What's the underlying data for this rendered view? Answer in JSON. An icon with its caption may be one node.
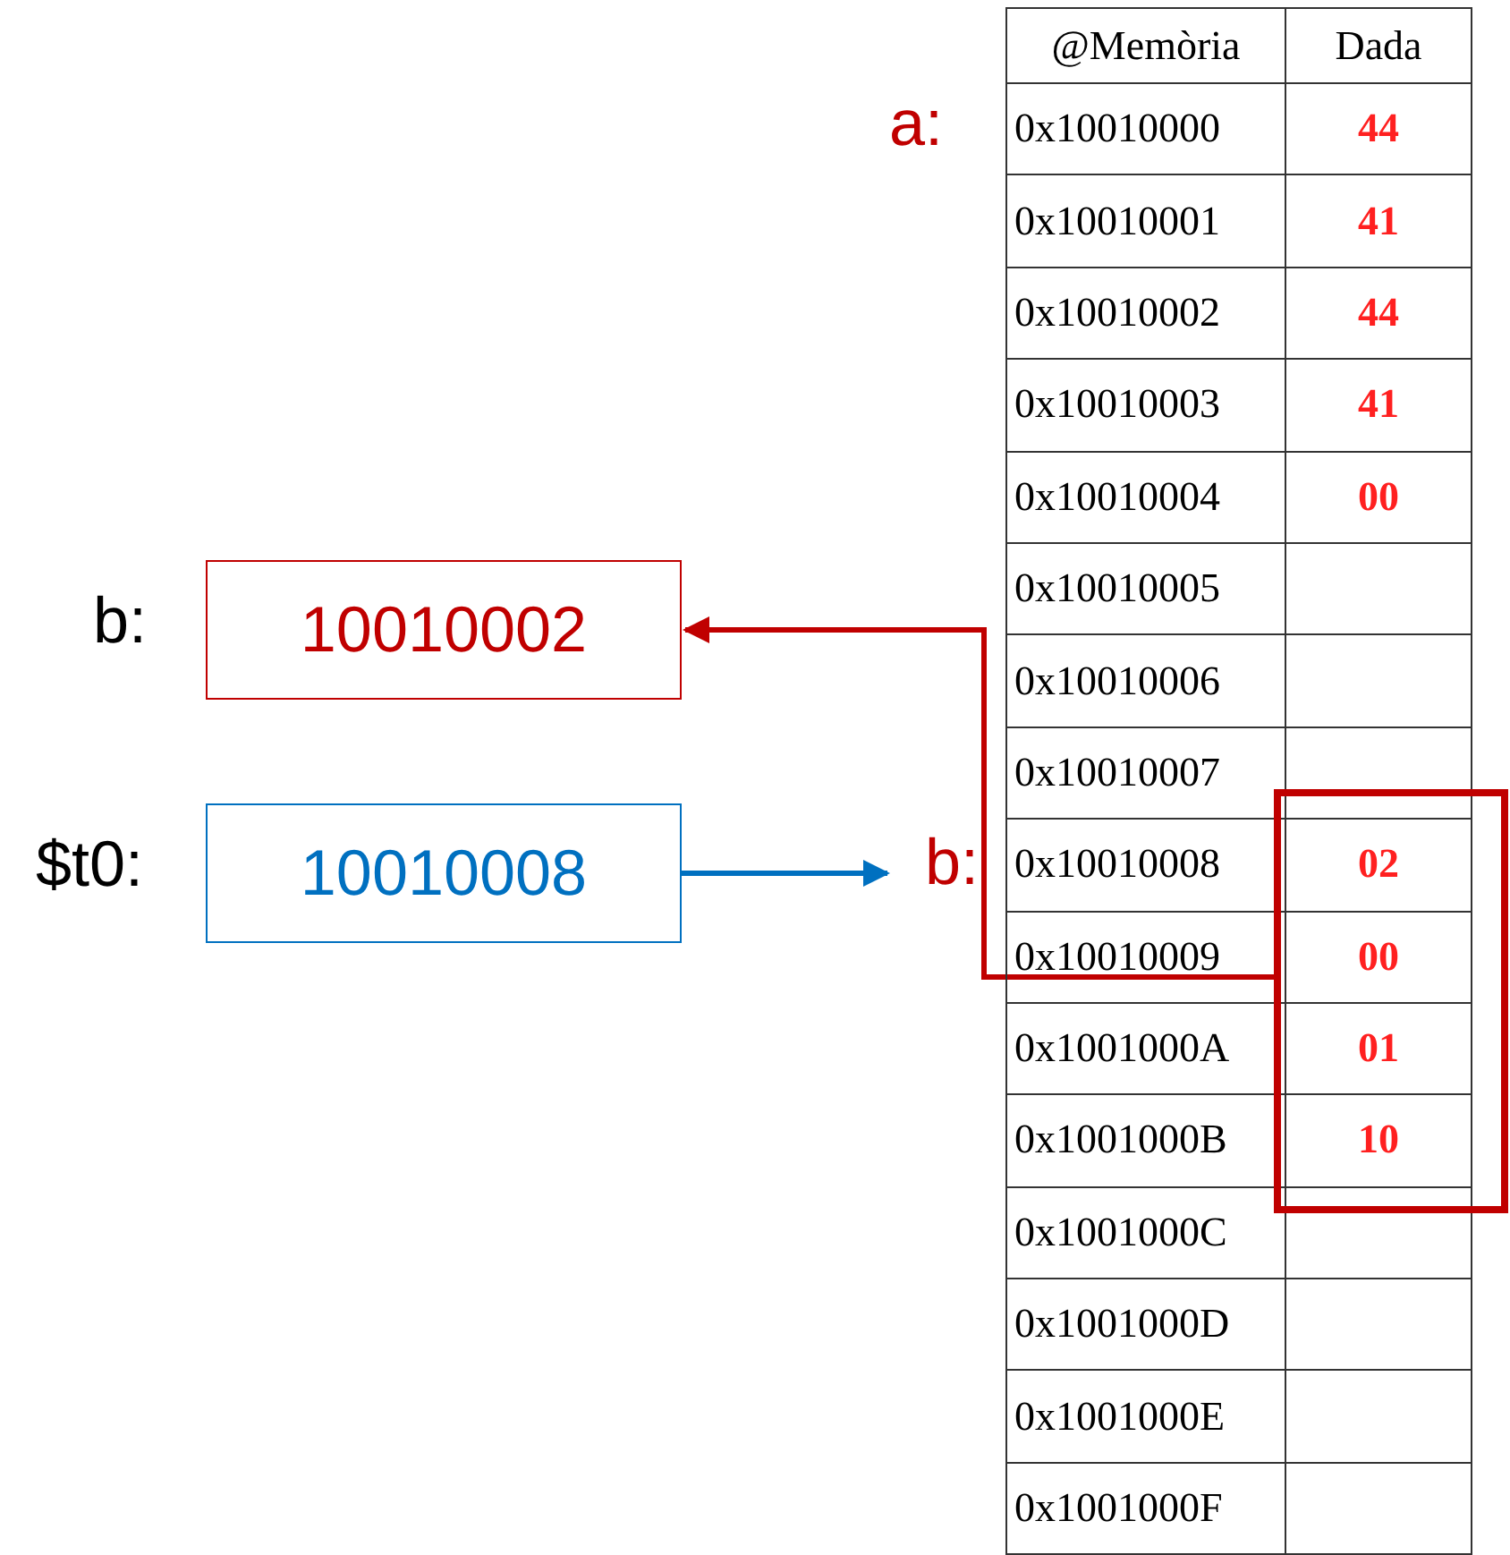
{
  "diagram": {
    "nodes": [
      {
        "text": [
          "10010002"
        ],
        "beside": [
          "b:"
        ]
      },
      {
        "text": [
          "10010008"
        ],
        "beside": [
          "$t0:"
        ]
      },
      {
        "text": [
          "b:"
        ]
      },
      {
        "text": [],
        "shape": "box"
      }
    ],
    "edges": [
      {
        "from": 3,
        "to": 0,
        "arrow": "to",
        "color": "#c00000"
      },
      {
        "from": 1,
        "to": 2,
        "arrow": "to",
        "color": "#0070c0"
      }
    ],
    "labels": [
      "a:",
      "@Memòria",
      "Dada",
      "0x10010000",
      "44",
      "0x10010001",
      "41",
      "0x10010002",
      "44",
      "0x10010003",
      "41",
      "0x10010004",
      "00",
      "0x10010005",
      "0x10010006",
      "0x10010007",
      "0x10010008",
      "02",
      "0x10010009",
      "00",
      "0x1001000A",
      "01",
      "0x1001000B",
      "10",
      "0x1001000C",
      "0x1001000D",
      "0x1001000E",
      "0x1001000F"
    ]
  }
}
